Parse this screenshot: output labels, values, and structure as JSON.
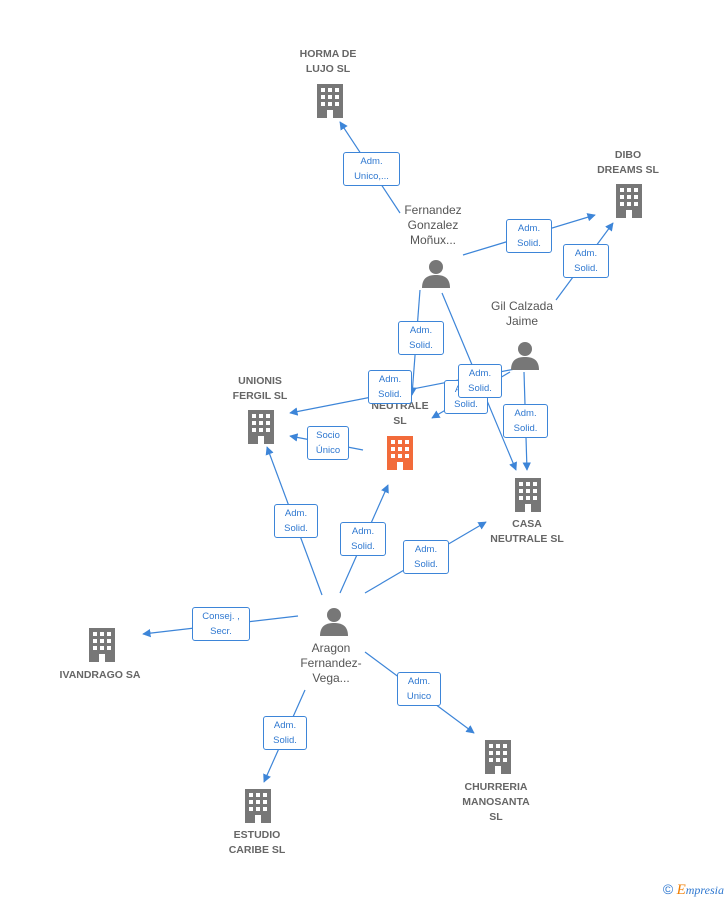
{
  "colors": {
    "edge": "#3d85d8",
    "company_icon": "#777777",
    "focus_company_icon": "#f26b3a",
    "person_icon": "#777777"
  },
  "nodes": {
    "horma_de_lujo": {
      "label": "HORMA DE\nLUJO  SL",
      "icon": "building-icon"
    },
    "dibo_dreams": {
      "label": "DIBO\nDREAMS  SL",
      "icon": "building-icon"
    },
    "fernandez_gonzalez": {
      "label": "Fernandez\nGonzalez\nMoñux...",
      "icon": "person-icon"
    },
    "gil_calzada": {
      "label": "Gil Calzada\nJaime",
      "icon": "person-icon"
    },
    "unionis_fergil": {
      "label": "UNIONIS\nFERGIL  SL",
      "icon": "building-icon"
    },
    "focus_company": {
      "label": "O\nNEUTRALE\nSL",
      "icon": "building-icon"
    },
    "casa_neutrale": {
      "label": "CASA\nNEUTRALE  SL",
      "icon": "building-icon"
    },
    "aragon_fernandez": {
      "label": "Aragon\nFernandez-\nVega...",
      "icon": "person-icon"
    },
    "ivandrago": {
      "label": "IVANDRAGO SA",
      "icon": "building-icon"
    },
    "estudio_caribe": {
      "label": "ESTUDIO\nCARIBE  SL",
      "icon": "building-icon"
    },
    "churreria_manosanta": {
      "label": "CHURRERIA\nMANOSANTA\nSL",
      "icon": "building-icon"
    }
  },
  "edges": {
    "e1": "Adm.\nUnico,...",
    "e2": "Adm.\nSolid.",
    "e3": "Adm.\nSolid.",
    "e4": "Adm.\nSolid.",
    "e5": "Adm.\nSolid.",
    "e6": "Adm.\nSolid.",
    "e7": "Adm.\nSolid.",
    "e8": "Adm.\nSolid.",
    "e9": "Socio\nÚnico",
    "e10": "Adm.\nSolid.",
    "e11": "Adm.\nSolid.",
    "e12": "Adm.\nSolid.",
    "e13": "Consej. ,\nSecr.",
    "e14": "Adm.\nUnico",
    "e15": "Adm.\nSolid."
  },
  "brand": {
    "symbol": "©",
    "e_letter": "E",
    "rest": "mpresia"
  }
}
